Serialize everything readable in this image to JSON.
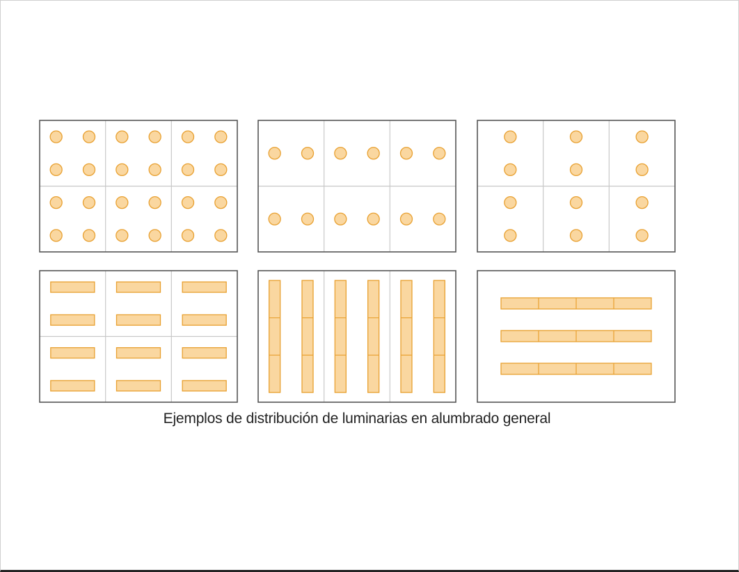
{
  "caption": "Ejemplos de distribución de luminarias en alumbrado general",
  "colors": {
    "panel_border": "#555555",
    "grid_line": "#c8c8c8",
    "luminaire_fill": "#fad7a0",
    "luminaire_stroke": "#e8a030"
  },
  "panels": [
    {
      "type": "round",
      "grid": {
        "cols": 3,
        "rows": 2
      },
      "luminaires": {
        "cols": 6,
        "rows": 4
      }
    },
    {
      "type": "round",
      "grid": {
        "cols": 3,
        "rows": 2
      },
      "luminaires": {
        "cols": 6,
        "rows": 2
      }
    },
    {
      "type": "round",
      "grid": {
        "cols": 3,
        "rows": 2
      },
      "luminaires": {
        "cols": 3,
        "rows": 4
      }
    },
    {
      "type": "linear-horizontal",
      "grid": {
        "cols": 3,
        "rows": 2
      },
      "luminaires": {
        "cols": 3,
        "rows": 4
      }
    },
    {
      "type": "linear-vertical-continuous",
      "grid": {
        "cols": 3,
        "rows": 1
      },
      "luminaires": {
        "cols": 6,
        "rows": 1,
        "segments": 3
      }
    },
    {
      "type": "linear-horizontal-continuous",
      "grid": {
        "cols": 1,
        "rows": 1
      },
      "luminaires": {
        "cols": 1,
        "rows": 3,
        "segments": 4
      }
    }
  ]
}
